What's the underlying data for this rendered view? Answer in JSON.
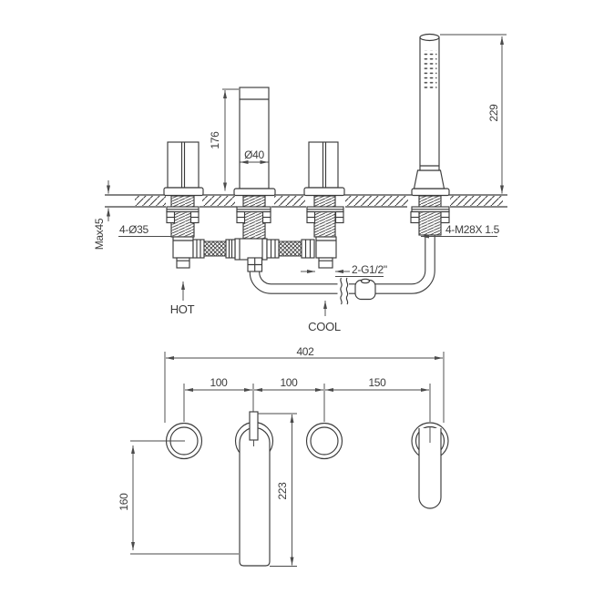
{
  "colors": {
    "background": "#ffffff",
    "line": "#3b3b3b",
    "dimension": "#4a4a4a"
  },
  "section_view": {
    "spout_height": "176",
    "spout_diameter": "Ø40",
    "handshower_height": "229",
    "max_deck_thickness": "Max45",
    "mounting_hole_spec": "4-Ø35",
    "shank_thread_spec": "4-M28X 1.5",
    "inlet_thread_spec": "2-G1/2\"",
    "hot_inlet_label": "HOT",
    "cold_inlet_label": "COOL"
  },
  "plan_view": {
    "overall_span": "402",
    "hole_pitch_1": "100",
    "hole_pitch_2": "100",
    "hole_pitch_3": "150",
    "handle_offset": "160",
    "spout_reach": "223"
  }
}
